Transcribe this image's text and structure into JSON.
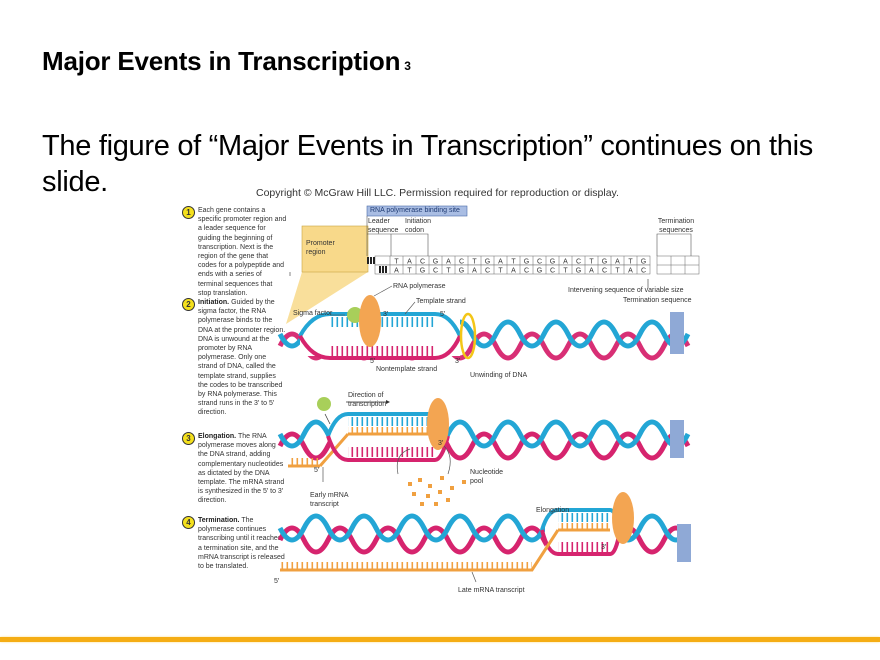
{
  "slide": {
    "title": "Major Events in Transcription",
    "title_suffix": "3",
    "body": "The figure of “Major Events in Transcription” continues on this slide.",
    "accent_color": "#f5ad14"
  },
  "figure": {
    "copyright": "Copyright © McGraw Hill LLC. Permission required for reproduction or display.",
    "steps": [
      {
        "number": "1",
        "heading": "",
        "text": "Each gene contains a specific promoter region and a leader sequence for guiding the beginning of transcription. Next is the region of the gene that codes for a polypeptide and ends with a series of terminal sequences that stop translation."
      },
      {
        "number": "2",
        "heading": "Initiation.",
        "text": "Guided by the sigma factor, the RNA polymerase binds to the DNA at the promoter region. DNA is unwound at the promoter by RNA polymerase. Only one strand of DNA, called the template strand, supplies the codes to be transcribed by RNA polymerase. This strand runs in the 3′ to 5′ direction."
      },
      {
        "number": "3",
        "heading": "Elongation.",
        "text": "The RNA polymerase moves along the DNA strand, adding complementary nucleotides as dictated by the DNA template. The mRNA strand is synthesized in the 5′ to 3′ direction."
      },
      {
        "number": "4",
        "heading": "Termination.",
        "text": "The polymerase continues transcribing until it reaches a termination site, and the mRNA transcript is released to be translated."
      }
    ],
    "panel1": {
      "binding_site": "RNA polymerase binding site",
      "leader_sequence": "Leader sequence",
      "initiation_codon": "Initiation codon",
      "promoter_region": "Promoter region",
      "termination_sequences": "Termination sequences",
      "intervening_sequence": "Intervening sequence of variable size",
      "top_strand": [
        "T",
        "A",
        "C",
        "G",
        "A",
        "C",
        "T",
        "G",
        "A",
        "T",
        "G",
        "C",
        "G",
        "A",
        "C",
        "T",
        "G",
        "A",
        "T",
        "G"
      ],
      "bottom_strand": [
        "A",
        "T",
        "G",
        "C",
        "T",
        "G",
        "A",
        "C",
        "T",
        "A",
        "C",
        "G",
        "C",
        "T",
        "G",
        "A",
        "C",
        "T",
        "A",
        "C"
      ]
    },
    "panel2": {
      "rna_polymerase": "RNA polymerase",
      "template_strand": "Template strand",
      "sigma_factor": "Sigma factor",
      "three_prime_top": "3′",
      "five_prime_top": "5′",
      "five_prime_bottom": "5′",
      "three_prime_bottom": "3′",
      "nontemplate_strand": "Nontemplate strand",
      "unwinding": "Unwinding of DNA",
      "termination_sequence": "Termination sequence"
    },
    "panel3": {
      "direction": "Direction of transcription",
      "three_prime": "3′",
      "five_prime": "5′",
      "early_mrna": "Early mRNA transcript",
      "nucleotide_pool": "Nucleotide pool"
    },
    "panel4": {
      "elongation": "Elongation",
      "three_prime": "3′",
      "five_prime": "5′",
      "late_mrna": "Late mRNA transcript"
    },
    "colors": {
      "dna_pink": "#d6246e",
      "dna_blue": "#23a6d5",
      "mrna_orange": "#f0a040",
      "polymerase": "#f3a552",
      "sigma": "#a8cf5a",
      "termination_block": "#8fa9d6",
      "promoter_fill": "#f8d98a",
      "step_badge": "#f4e01d"
    }
  }
}
